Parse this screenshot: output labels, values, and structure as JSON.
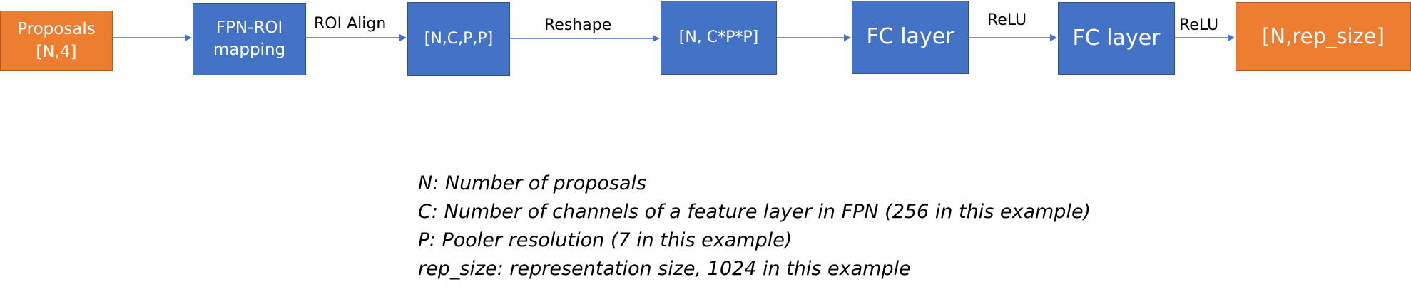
{
  "colors": {
    "process": "#4472c4",
    "io": "#ed7d31",
    "arrow": "#4472c4"
  },
  "nodes": {
    "proposals": "Proposals\n[N,4]",
    "fpn_roi": "FPN-ROI\nmapping",
    "ncpp": "[N,C,P,P]",
    "ncp2": "[N, C*P*P]",
    "fc1": "FC layer",
    "fc2": "FC layer",
    "output": "[N,rep_size]"
  },
  "edges": {
    "roi_align": "ROI Align",
    "reshape": "Reshape",
    "relu1": "ReLU",
    "relu2": "ReLU"
  },
  "legend": [
    "N: Number of proposals",
    "C: Number of channels of a feature layer in FPN (256 in this example)",
    "P: Pooler resolution (7 in this example)",
    "rep_size:  representation size, 1024 in this example"
  ]
}
